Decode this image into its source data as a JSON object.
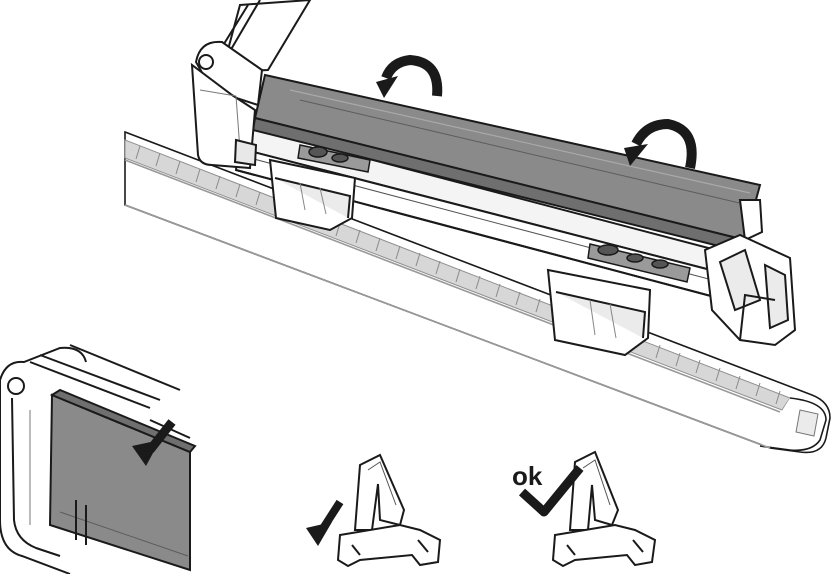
{
  "figure": {
    "labels": {
      "ok": "ok"
    },
    "colors": {
      "line": "#1a1a1a",
      "pad_gray": "#8a8a8a",
      "pad_dark": "#6f6f6f",
      "rail_gray": "#b5b5b5",
      "light_gray": "#d9d9d9",
      "background": "#ffffff"
    },
    "panels": [
      {
        "name": "main-assembly",
        "arrows": [
          "curved-arrow",
          "curved-arrow"
        ]
      },
      {
        "name": "detail-pad-press",
        "arrows": [
          "press-arrow"
        ]
      },
      {
        "name": "profile-incorrect",
        "arrows": [
          "down-left-arrow"
        ]
      },
      {
        "name": "profile-correct",
        "arrows": [
          "check-mark"
        ]
      }
    ]
  }
}
